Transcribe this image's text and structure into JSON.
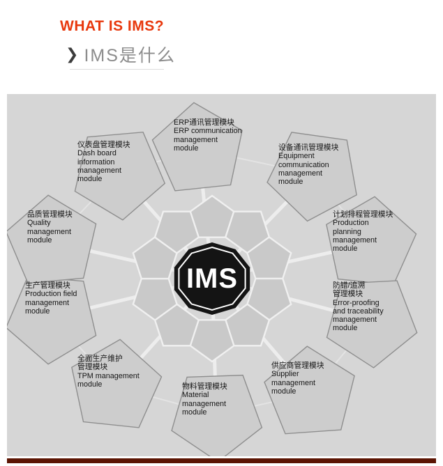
{
  "header": {
    "title": "WHAT IS IMS?",
    "subtitle_arrow": "❯",
    "subtitle": "IMS是什么"
  },
  "center": {
    "label": "IMS"
  },
  "colors": {
    "title": "#e8380d",
    "diagram_bg": "#d6d6d6",
    "pentagon_fill": "#cdcdcd",
    "pentagon_border": "#8e8e8e",
    "center_fill": "#141414",
    "accent_bar": "#5c1504"
  },
  "modules": [
    {
      "id": "erp",
      "zh": "ERP通讯管理模块",
      "en": "ERP communication\nmanagement\nmodule"
    },
    {
      "id": "equipment",
      "zh": "设备通讯管理模块",
      "en": "Equipment\ncommunication\nmanagement\nmodule"
    },
    {
      "id": "planning",
      "zh": "计划排程管理模块",
      "en": "Production\nplanning\nmanagement\nmodule"
    },
    {
      "id": "error-proofing",
      "zh": "防错/追溯\n管理模块",
      "en": "Error-proofing\nand traceability\nmanagement\nmodule"
    },
    {
      "id": "supplier",
      "zh": "供应商管理模块",
      "en": "Supplier\nmanagement\nmodule"
    },
    {
      "id": "material",
      "zh": "物料管理模块",
      "en": "Material\nmanagement\nmodule"
    },
    {
      "id": "tpm",
      "zh": "全面生产维护\n管理模块",
      "en": "TPM management\nmodule"
    },
    {
      "id": "production",
      "zh": "生产管理模块",
      "en": "Production field\nmanagement\nmodule"
    },
    {
      "id": "quality",
      "zh": "品质管理模块",
      "en": "Quality\nmanagement\nmodule"
    },
    {
      "id": "dashboard",
      "zh": "仪表盘管理模块",
      "en": "Dash board\ninformation\nmanagement\nmodule"
    }
  ]
}
